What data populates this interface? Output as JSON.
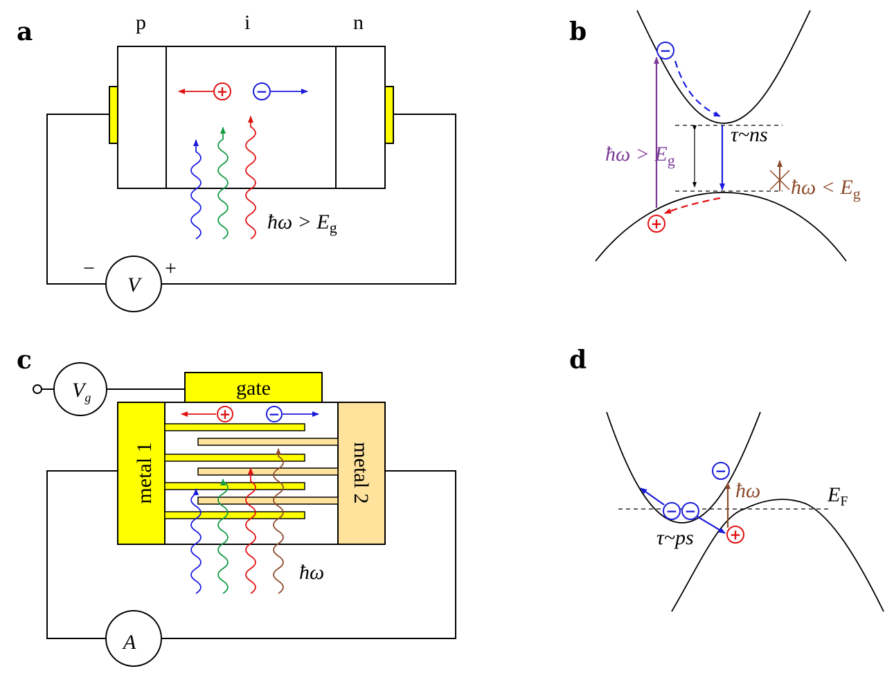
{
  "panels": {
    "a": {
      "label": "a",
      "regions": [
        "p",
        "i",
        "n"
      ],
      "photon_label": "ħω > E",
      "photon_sub": "g",
      "meter": "V",
      "minus": "−",
      "plus": "+"
    },
    "b": {
      "label": "b",
      "absorb_label": "ħω > E",
      "absorb_sub": "g",
      "tau": "τ~ns",
      "below_gap": "ħω < E",
      "below_gap_sub": "g"
    },
    "c": {
      "label": "c",
      "gate": "gate",
      "metal1": "metal 1",
      "metal2": "metal 2",
      "photon_label": "ħω",
      "vg": "V",
      "vg_sub": "g",
      "ammeter": "A"
    },
    "d": {
      "label": "d",
      "photon_label": "ħω",
      "fermi": "E",
      "fermi_sub": "F",
      "tau": "τ~ps"
    }
  },
  "colors": {
    "electron": "#1a1adc",
    "hole": "#e01010",
    "green": "#109a40",
    "brown": "#8b4a2a",
    "purple": "#7b3a96",
    "yellow": "#ffff00",
    "tan": "#ffe29b"
  }
}
